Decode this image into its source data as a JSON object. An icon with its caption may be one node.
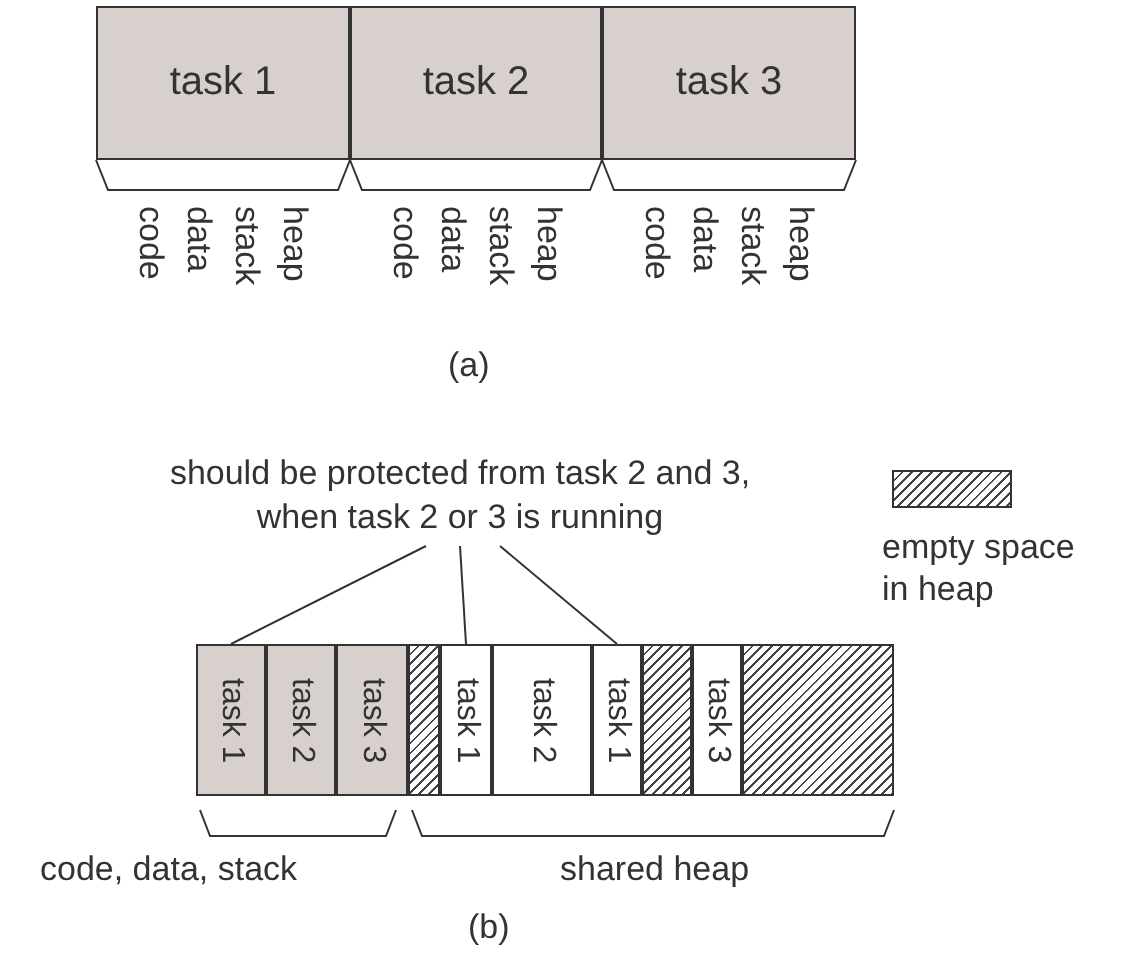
{
  "diagram": {
    "nodes": [
      {
        "text": [
          "task 1"
        ]
      },
      {
        "text": [
          "task 2"
        ]
      },
      {
        "text": [
          "task 3"
        ]
      },
      {
        "text": [
          "should be protected from task 2 and 3, when task 2 or 3 is running"
        ]
      },
      {
        "text": [
          "task 1"
        ]
      },
      {
        "text": [
          "task 2"
        ]
      },
      {
        "text": [
          "task 3"
        ]
      },
      {
        "text": [],
        "shape": "box"
      },
      {
        "text": [
          "task 1"
        ]
      },
      {
        "text": [
          "task 2"
        ]
      },
      {
        "text": [
          "task 1"
        ]
      },
      {
        "text": [],
        "shape": "box"
      },
      {
        "text": [
          "task 3"
        ]
      },
      {
        "text": [],
        "shape": "box"
      }
    ],
    "edges": [
      {
        "from": 3,
        "to": 4,
        "arrow": "none"
      },
      {
        "from": 3,
        "to": 8,
        "arrow": "none"
      },
      {
        "from": 3,
        "to": 10,
        "arrow": "none"
      }
    ],
    "labels": [
      "code",
      "data",
      "stack",
      "heap",
      "code",
      "data",
      "stack",
      "heap",
      "code",
      "data",
      "stack",
      "heap",
      "(a)",
      "code, data, stack",
      "shared heap",
      "(b)"
    ],
    "legend": [
      {
        "text": "empty space in heap"
      }
    ]
  }
}
